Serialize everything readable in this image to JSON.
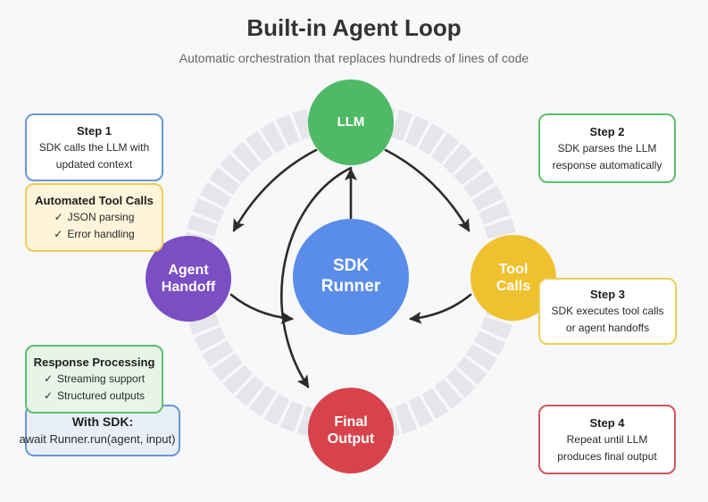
{
  "header": {
    "title": "Built-in Agent Loop",
    "subtitle": "Automatic orchestration that replaces hundreds of lines of code"
  },
  "colors": {
    "llm": "#4fb966",
    "runner": "#5a8dea",
    "agent_handoff": "#7b4ec4",
    "tool_calls": "#f0c12e",
    "final_output": "#d8434b",
    "ring": "#e4e6e9",
    "arrow": "#2b2b2b"
  },
  "nodes": {
    "llm": {
      "lines": [
        "LLM"
      ]
    },
    "runner": {
      "lines": [
        "SDK",
        "Runner"
      ]
    },
    "agent_handoff": {
      "lines": [
        "Agent",
        "Handoff"
      ]
    },
    "tool_calls": {
      "lines": [
        "Tool",
        "Calls"
      ]
    },
    "final_output": {
      "lines": [
        "Final",
        "Output"
      ]
    }
  },
  "steps": [
    {
      "title": "Step 1",
      "lines": [
        "SDK calls the LLM with",
        "updated context"
      ]
    },
    {
      "title": "Step 2",
      "lines": [
        "SDK parses the LLM",
        "response automatically"
      ]
    },
    {
      "title": "Step 3",
      "lines": [
        "SDK executes tool calls",
        "or agent handoffs"
      ]
    },
    {
      "title": "Step 4",
      "lines": [
        "Repeat until LLM",
        "produces final output"
      ]
    }
  ],
  "automated_tool_calls": {
    "title": "Automated Tool Calls",
    "items": [
      "JSON parsing",
      "Error handling"
    ]
  },
  "response_processing": {
    "title": "Response Processing",
    "items": [
      "Streaming support",
      "Structured outputs"
    ]
  },
  "with_sdk": {
    "title": "With SDK:",
    "code": "await Runner.run(agent, input)"
  }
}
